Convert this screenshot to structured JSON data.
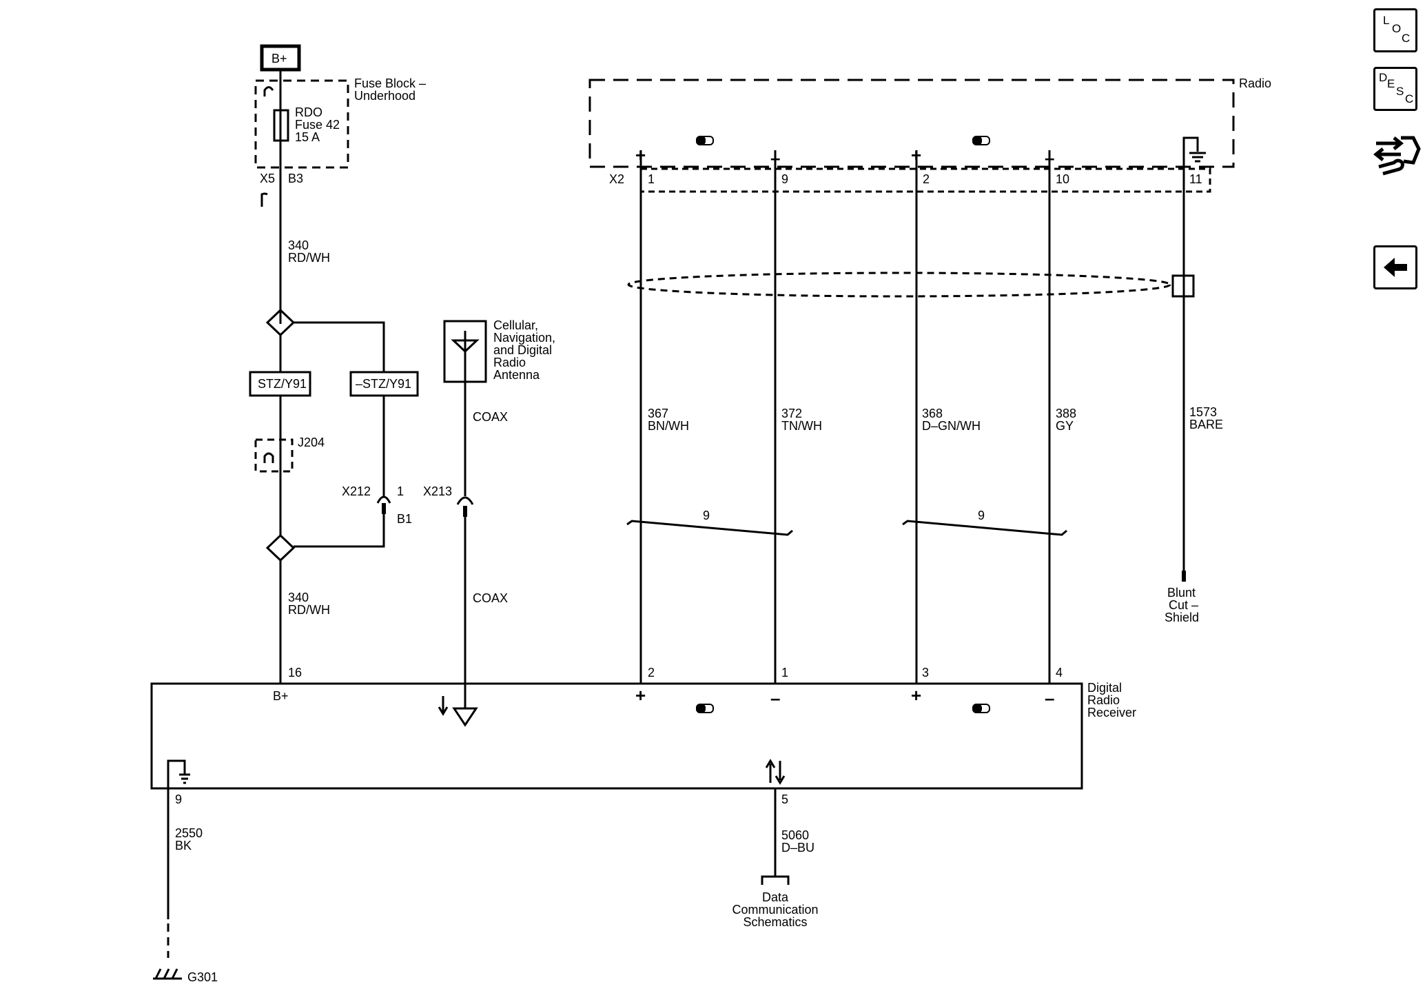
{
  "power": {
    "label": "B+",
    "fuse_block": [
      "Fuse Block –",
      "Underhood"
    ],
    "fuse": [
      "RDO",
      "Fuse 42",
      "15 A"
    ],
    "conn_x5": "X5",
    "conn_b3": "B3"
  },
  "wires": {
    "w340_num": "340",
    "w340_color": "RD/WH",
    "w367_num": "367",
    "w367_color": "BN/WH",
    "w372_num": "372",
    "w372_color": "TN/WH",
    "w368_num": "368",
    "w368_color": "D–GN/WH",
    "w388_num": "388",
    "w388_color": "GY",
    "w1573_num": "1573",
    "w1573_color": "BARE",
    "w2550_num": "2550",
    "w2550_color": "BK",
    "w5060_num": "5060",
    "w5060_color": "D–BU",
    "coax": "COAX",
    "twist": "9"
  },
  "options": {
    "stz": "STZ/Y91",
    "not_stz": "–STZ/Y91",
    "j204": "J204",
    "x212": "X212",
    "x212_pin": "1",
    "b1": "B1",
    "x213": "X213"
  },
  "antenna": [
    "Cellular,",
    "Navigation,",
    "and Digital",
    "Radio",
    "Antenna"
  ],
  "radio": {
    "label": "Radio",
    "connector": "X2",
    "pins": [
      "1",
      "9",
      "2",
      "10",
      "11"
    ],
    "polarity": [
      "+",
      "–",
      "+",
      "–"
    ]
  },
  "shield": [
    "Blunt",
    "Cut –",
    "Shield"
  ],
  "receiver": {
    "label": [
      "Digital",
      "Radio",
      "Receiver"
    ],
    "bplus": "B+",
    "pin_16": "16",
    "pins": [
      "2",
      "1",
      "3",
      "4"
    ],
    "polarity": [
      "+",
      "–",
      "+",
      "–"
    ],
    "pin_9": "9",
    "pin_5": "5"
  },
  "data_comm": [
    "Data",
    "Communication",
    "Schematics"
  ],
  "ground": "G301",
  "nav": {
    "loc": [
      "L",
      "O",
      "C"
    ],
    "desc": [
      "D",
      "E",
      "S",
      "C"
    ]
  }
}
